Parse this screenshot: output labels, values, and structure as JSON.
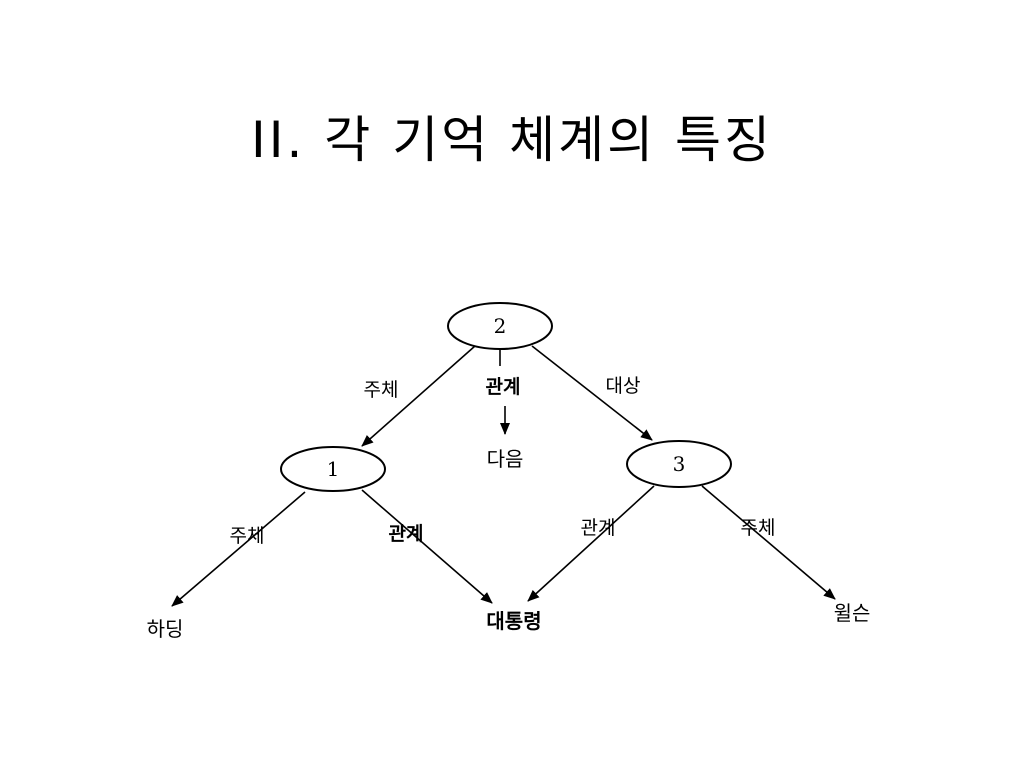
{
  "slide": {
    "title": "II. 각 기억 체계의 특징"
  },
  "diagram": {
    "nodes": [
      {
        "id": "n2",
        "label": "2"
      },
      {
        "id": "n1",
        "label": "1"
      },
      {
        "id": "n3",
        "label": "3"
      }
    ],
    "leaves": [
      {
        "id": "next",
        "label": "다음"
      },
      {
        "id": "harding",
        "label": "하딩"
      },
      {
        "id": "president",
        "label": "대통령"
      },
      {
        "id": "wilson",
        "label": "윌슨"
      }
    ],
    "edges": [
      {
        "from": "n2",
        "to": "n1",
        "label": "주체"
      },
      {
        "from": "n2",
        "to": "next",
        "label": "관계"
      },
      {
        "from": "n2",
        "to": "n3",
        "label": "대상"
      },
      {
        "from": "n1",
        "to": "harding",
        "label": "주체"
      },
      {
        "from": "n1",
        "to": "president",
        "label": "관계"
      },
      {
        "from": "n3",
        "to": "president",
        "label": "관계"
      },
      {
        "from": "n3",
        "to": "wilson",
        "label": "주체"
      }
    ]
  }
}
